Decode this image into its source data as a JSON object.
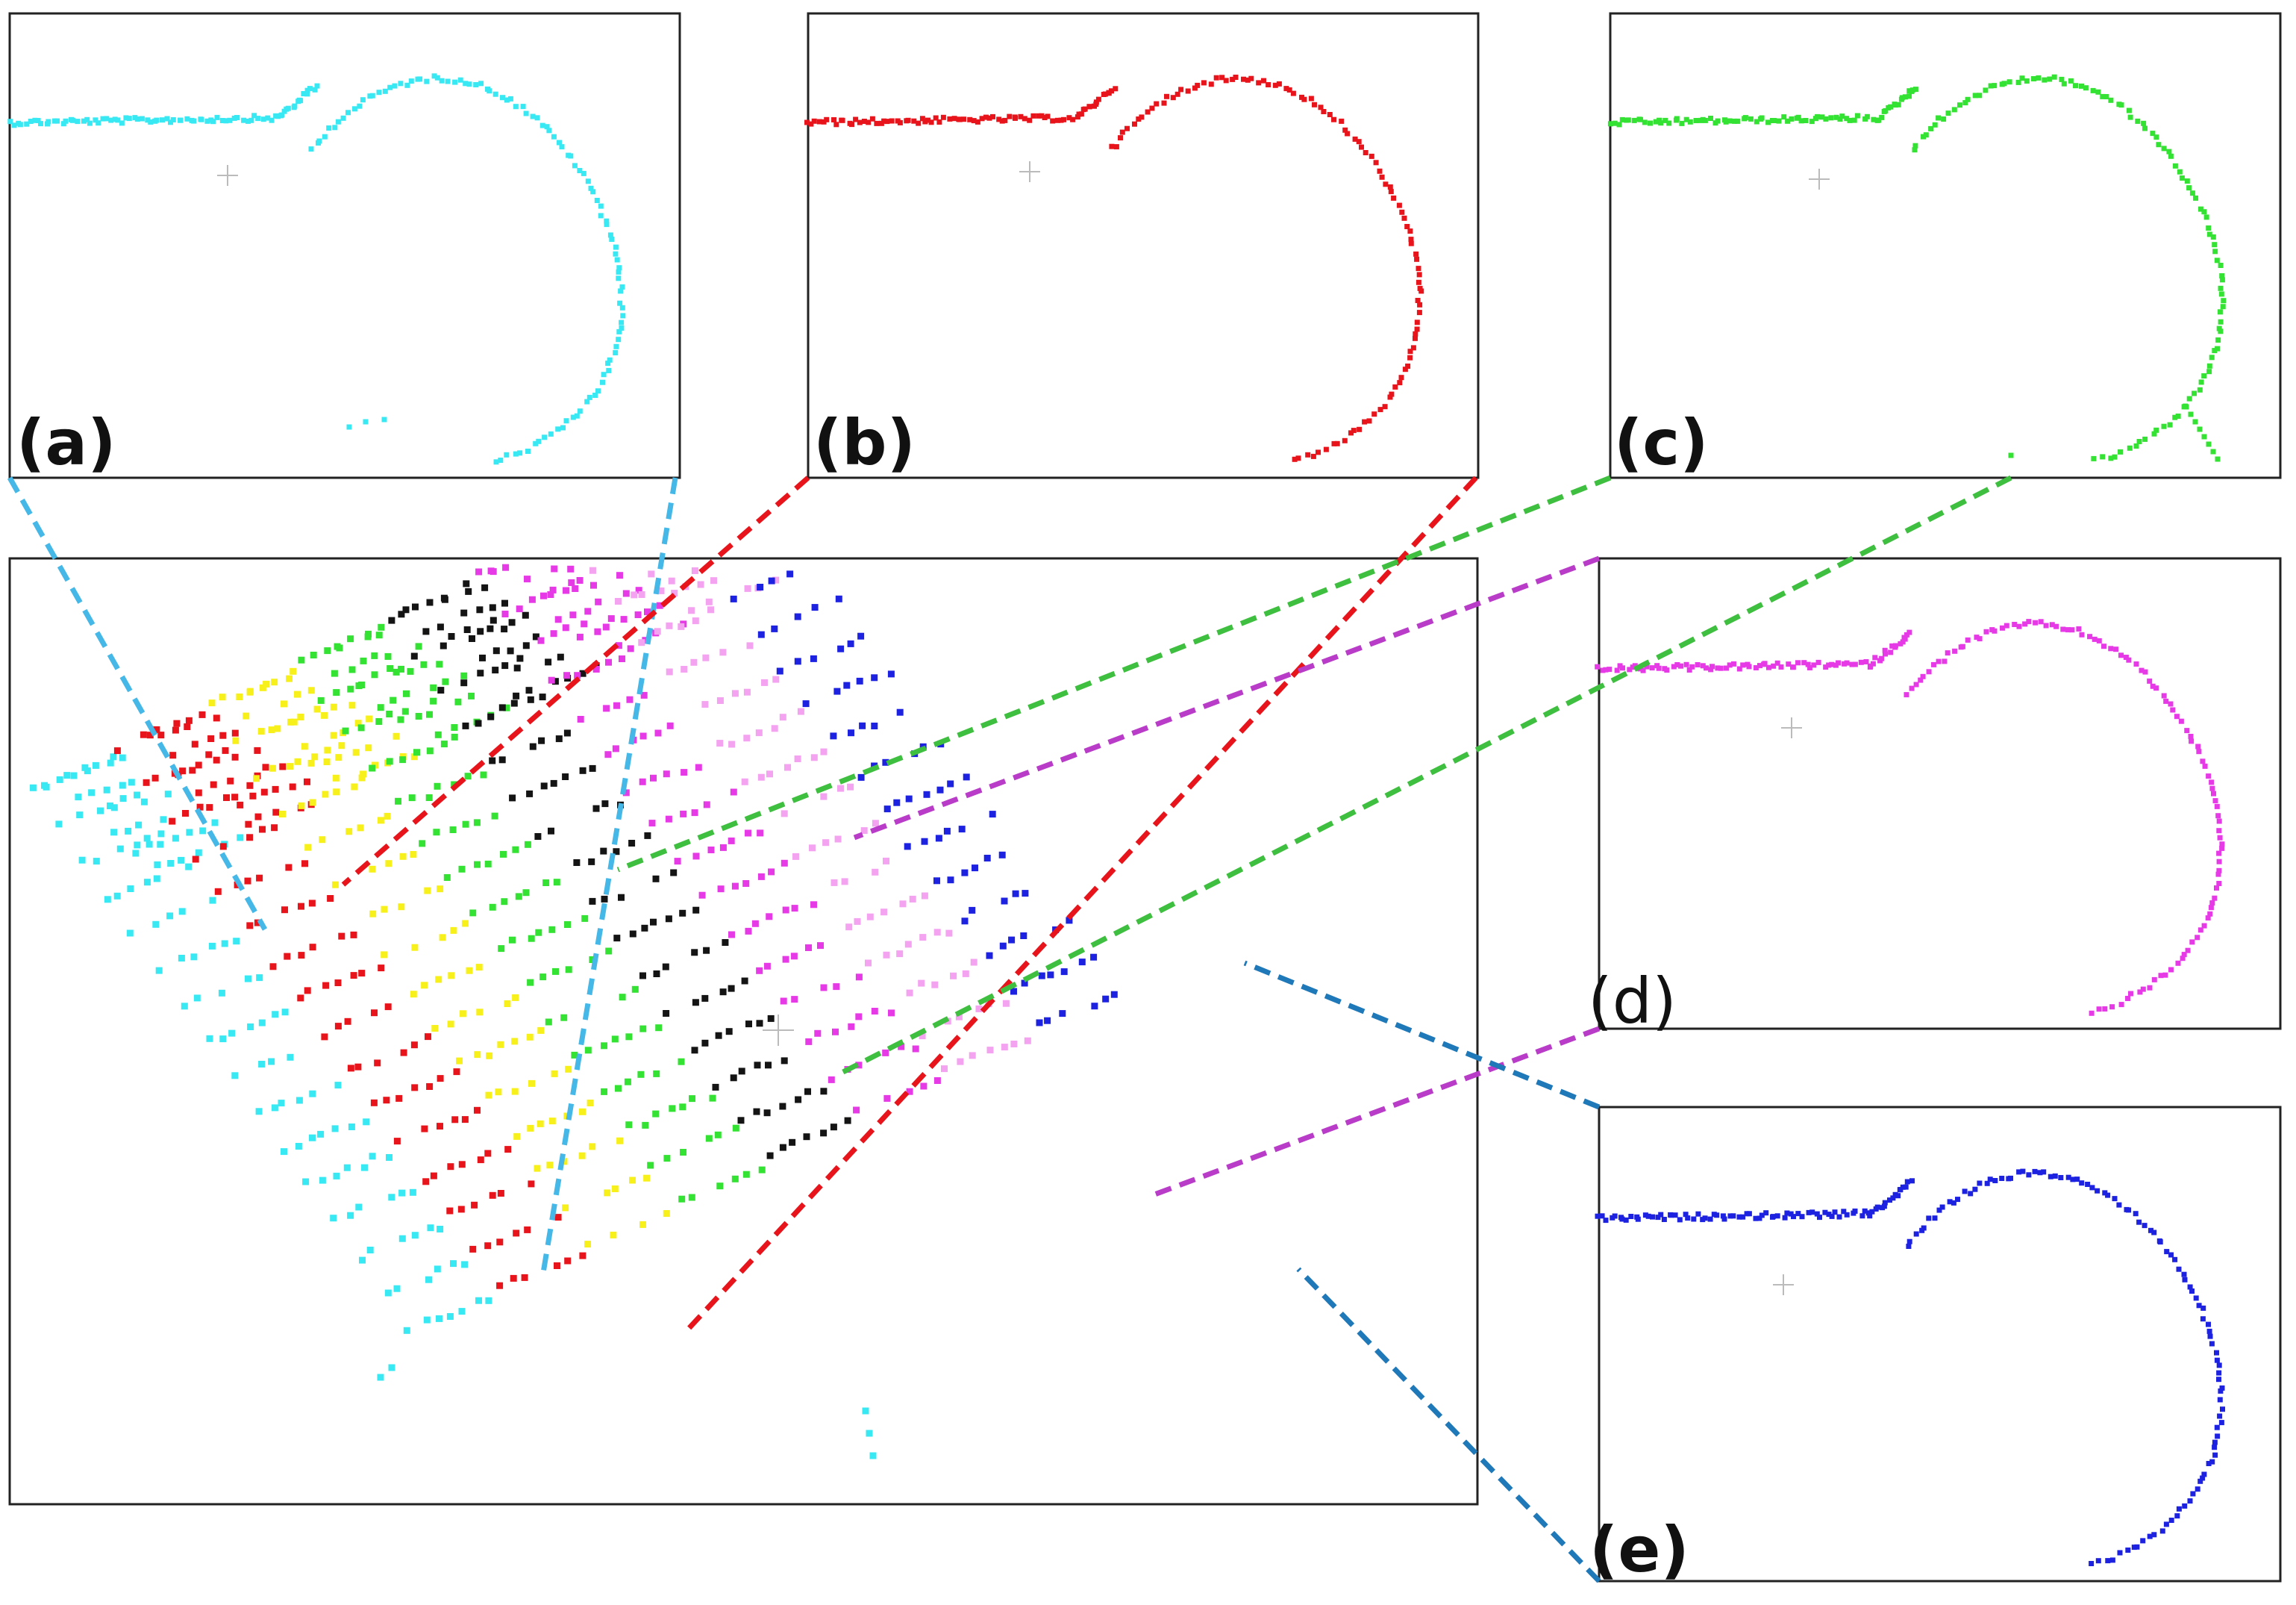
{
  "figure": {
    "main_view": {
      "bands": [
        {
          "name": "cyan",
          "color": "#38e8f2"
        },
        {
          "name": "red",
          "color": "#e8141b"
        },
        {
          "name": "yellow",
          "color": "#f7f01a"
        },
        {
          "name": "green",
          "color": "#33e233"
        },
        {
          "name": "black",
          "color": "#141414"
        },
        {
          "name": "magenta",
          "color": "#e63ae6"
        },
        {
          "name": "pink",
          "color": "#f3a3ef"
        },
        {
          "name": "blue",
          "color": "#1d22e0"
        }
      ]
    },
    "panels": [
      {
        "id": "a",
        "label": "(a)",
        "color": "#38e8f2"
      },
      {
        "id": "b",
        "label": "(b)",
        "color": "#e8141b"
      },
      {
        "id": "c",
        "label": "(c)",
        "color": "#33e233"
      },
      {
        "id": "d",
        "label": "(d)",
        "color": "#e63ae6"
      },
      {
        "id": "e",
        "label": "(e)",
        "color": "#1d22e0"
      }
    ],
    "connector_colors": {
      "a": "#45b8e8",
      "b": "#e8141b",
      "c": "#3fbf3f",
      "d": "#b83cc8",
      "e": "#1f78b8"
    }
  }
}
